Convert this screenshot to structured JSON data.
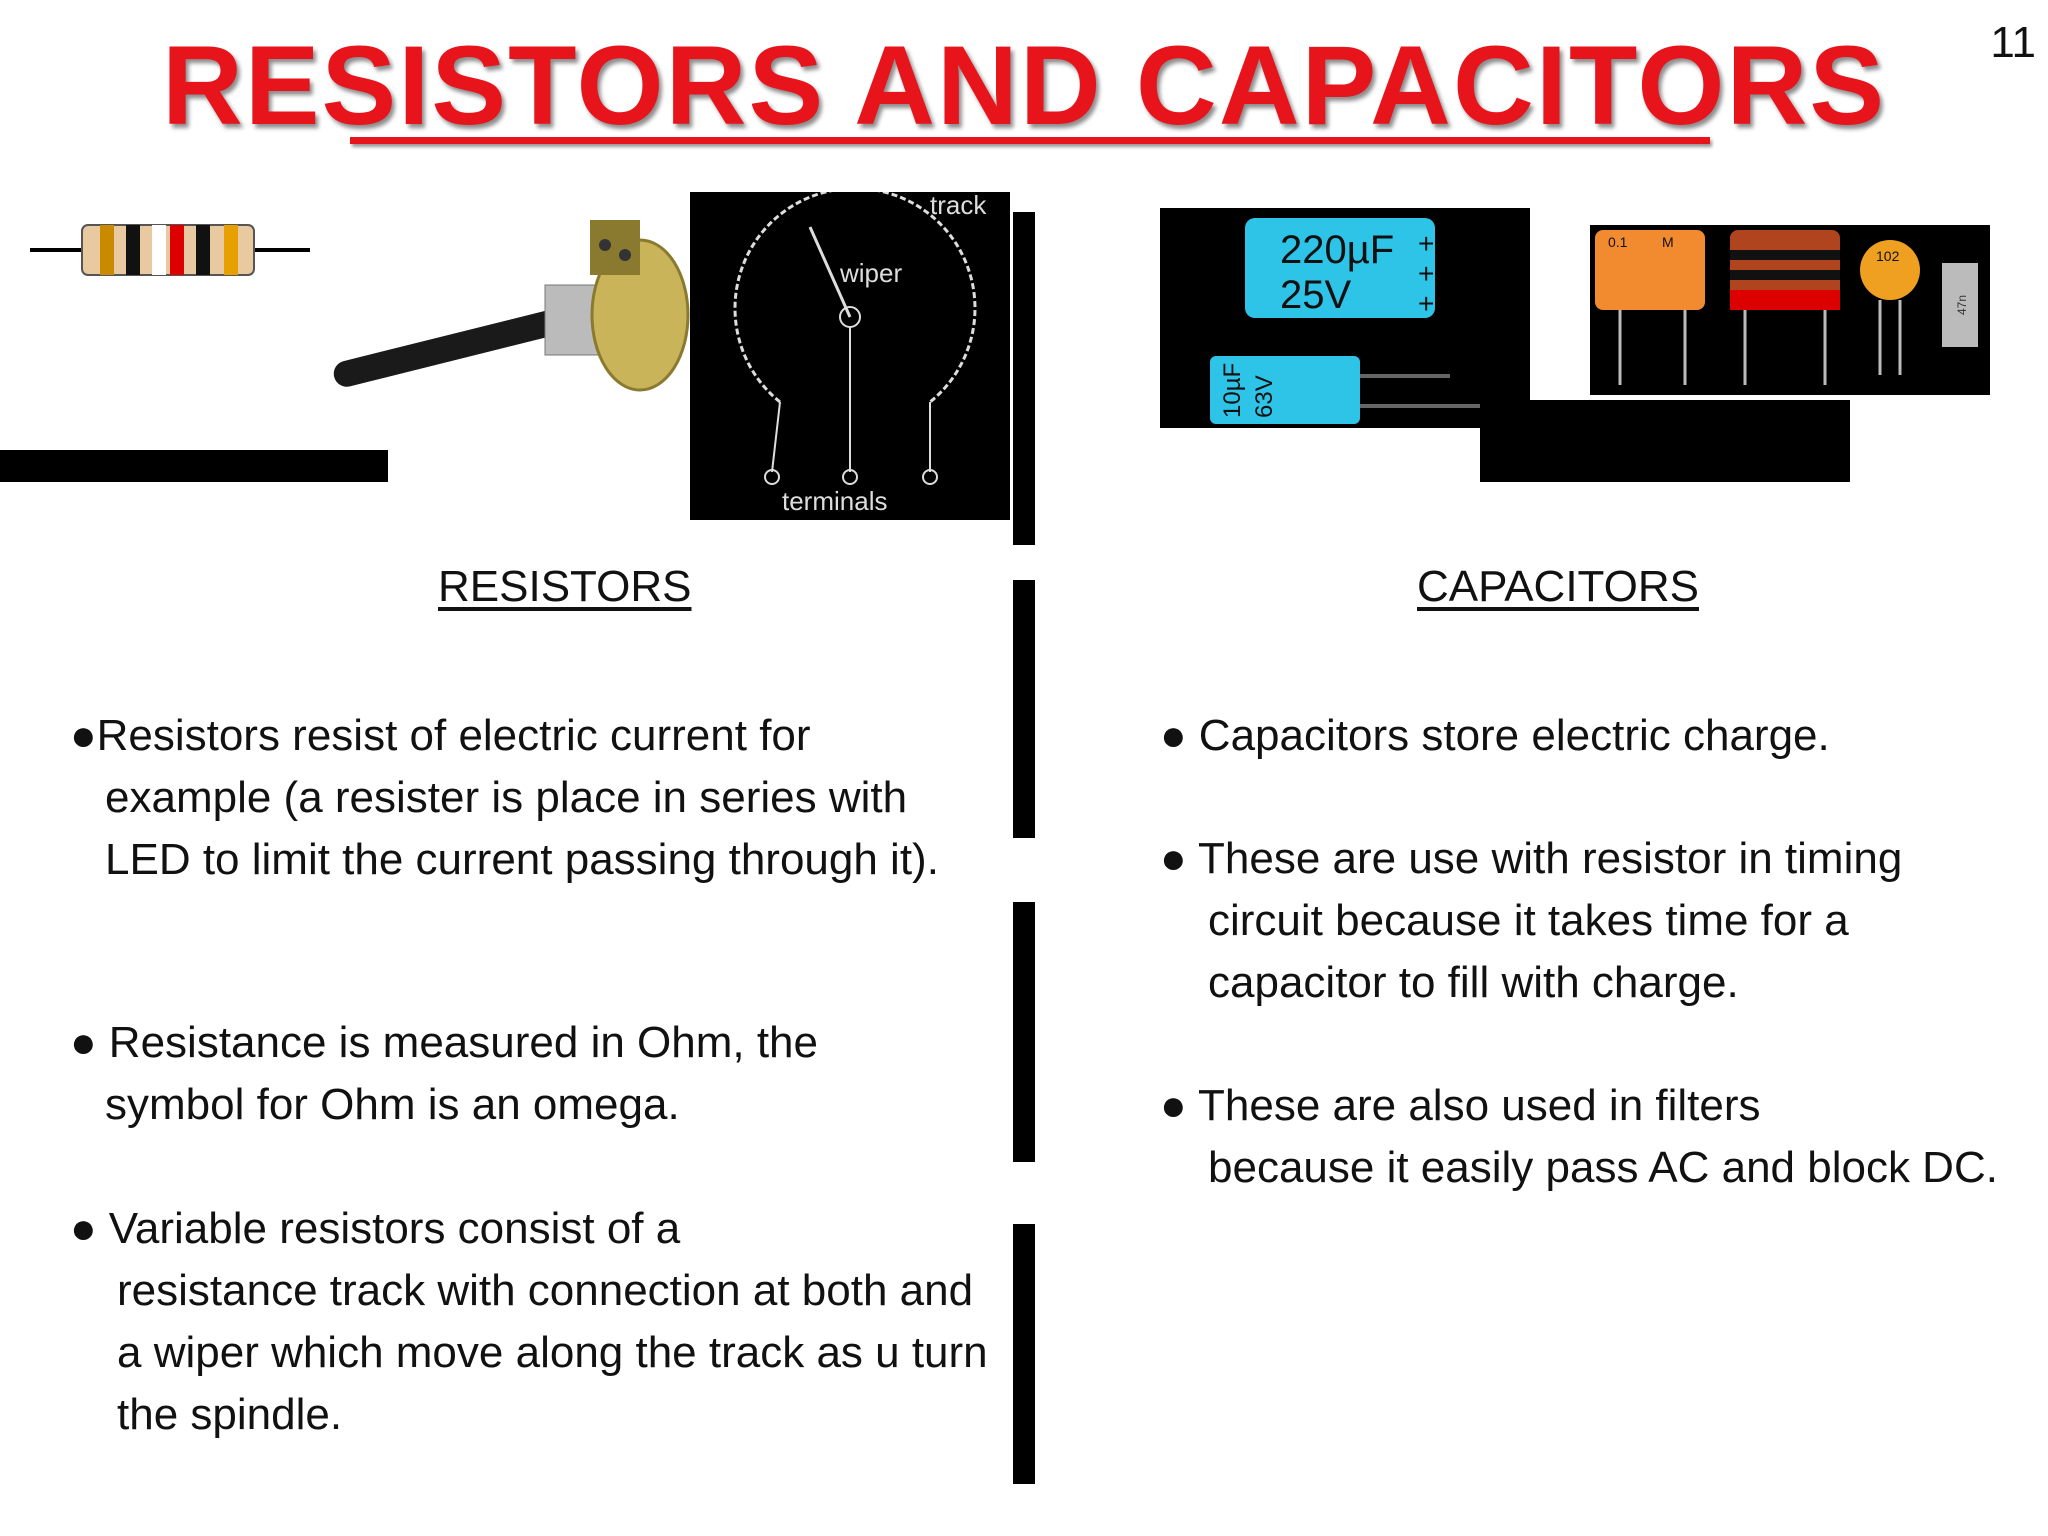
{
  "slide": {
    "title": "RESISTORS AND CAPACITORS",
    "page_number": "11"
  },
  "resistors": {
    "heading": "RESISTORS",
    "bullets": [
      {
        "bullet": "●",
        "first": "Resistors resist of electric current for",
        "rest": "example (a resister is place in series with LED to limit the current passing through it)."
      },
      {
        "bullet": "●",
        "first": " Resistance is measured in Ohm, the",
        "rest": "symbol for Ohm is an omega."
      },
      {
        "bullet": "●",
        "first": " Variable resistors consist of a",
        "rest": "resistance track with connection at both and a wiper which move along the track as u turn the spindle."
      }
    ],
    "diagram_labels": {
      "track": "track",
      "wiper": "wiper",
      "terminals": "terminals"
    }
  },
  "capacitors": {
    "heading": "CAPACITORS",
    "bullets": [
      {
        "bullet": "●",
        "first": " Capacitors  store electric charge.",
        "rest": ""
      },
      {
        "bullet": "●",
        "first": " These are use with resistor in timing",
        "rest": "circuit because it takes time for a capacitor to fill with charge."
      },
      {
        "bullet": "●",
        "first": " These are also used in filters",
        "rest": "because it easily pass AC and block DC."
      }
    ],
    "component_labels": {
      "big_cap_value": "220µF",
      "big_cap_voltage": "25V",
      "small_cap_value": "10µF",
      "small_cap_voltage": "63V",
      "orange_cap_value": "0.1",
      "orange_cap_tol": "M",
      "ceramic_cap": "102",
      "grey_cap": "47n"
    }
  }
}
